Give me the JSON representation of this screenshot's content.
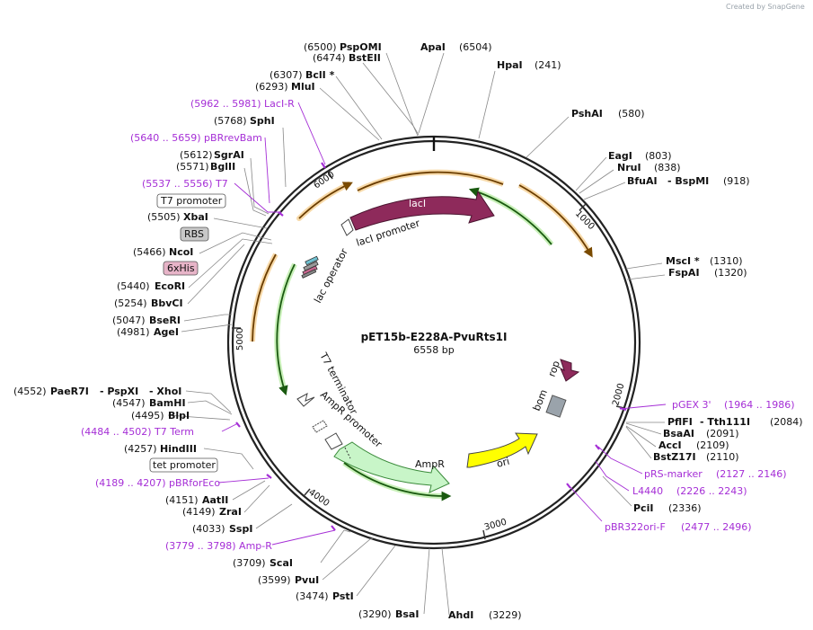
{
  "credit": "Created by SnapGene",
  "map": {
    "name": "pET15b-E228A-PvuRts1I",
    "size": "6558 bp"
  },
  "ticks": [
    "1000",
    "2000",
    "3000",
    "4000",
    "5000",
    "6000"
  ],
  "enzymes": {
    "pspomi": {
      "pos": "(6500)",
      "name": "PspOMI"
    },
    "bsteii": {
      "pos": "(6474)",
      "name": "BstEII"
    },
    "bcli": {
      "pos": "(6307)",
      "name": "BclI *"
    },
    "mlui": {
      "pos": "(6293)",
      "name": "MluI"
    },
    "sphi": {
      "pos": "(5768)",
      "name": "SphI"
    },
    "sgrai": {
      "pos": "(5612)",
      "name": "SgrAI"
    },
    "bglii": {
      "pos": "(5571)",
      "name": "BglII"
    },
    "xbai": {
      "pos": "(5505)",
      "name": "XbaI"
    },
    "ncoi": {
      "pos": "(5466)",
      "name": "NcoI"
    },
    "ecori": {
      "pos": "(5440)",
      "name": "EcoRI"
    },
    "bbvci": {
      "pos": "(5254)",
      "name": "BbvCI"
    },
    "bseri": {
      "pos": "(5047)",
      "name": "BseRI"
    },
    "agei": {
      "pos": "(4981)",
      "name": "AgeI"
    },
    "paer7i": {
      "pos": "(4552)",
      "name": "PaeR7I",
      "extra1": "- PspXI",
      "extra2": "- XhoI"
    },
    "bamhi": {
      "pos": "(4547)",
      "name": "BamHI"
    },
    "blpi": {
      "pos": "(4495)",
      "name": "BlpI"
    },
    "hindiii": {
      "pos": "(4257)",
      "name": "HindIII"
    },
    "aatii": {
      "pos": "(4151)",
      "name": "AatII"
    },
    "zrai": {
      "pos": "(4149)",
      "name": "ZraI"
    },
    "sspi": {
      "pos": "(4033)",
      "name": "SspI"
    },
    "scai": {
      "pos": "(3709)",
      "name": "ScaI"
    },
    "pvui": {
      "pos": "(3599)",
      "name": "PvuI"
    },
    "psti": {
      "pos": "(3474)",
      "name": "PstI"
    },
    "bsai": {
      "pos": "(3290)",
      "name": "BsaI"
    },
    "ahdi": {
      "pos": "(3229)",
      "name": "AhdI"
    },
    "apai": {
      "pos": "(6504)",
      "name": "ApaI"
    },
    "hpai": {
      "pos": "(241)",
      "name": "HpaI"
    },
    "pshai": {
      "pos": "(580)",
      "name": "PshAI"
    },
    "eagi": {
      "pos": "(803)",
      "name": "EagI"
    },
    "nrui": {
      "pos": "(838)",
      "name": "NruI"
    },
    "bfuai": {
      "pos": "(918)",
      "name": "BfuAI",
      "extra1": "- BspMI"
    },
    "msci": {
      "pos": "(1310)",
      "name": "MscI *"
    },
    "fspai": {
      "pos": "(1320)",
      "name": "FspAI"
    },
    "pflfi": {
      "pos": "(2084)",
      "name": "PflFI",
      "extra1": "- Tth111I"
    },
    "bsaai": {
      "pos": "(2091)",
      "name": "BsaAI"
    },
    "acci": {
      "pos": "(2109)",
      "name": "AccI"
    },
    "bstz17i": {
      "pos": "(2110)",
      "name": "BstZ17I"
    },
    "pcii": {
      "pos": "(2336)",
      "name": "PciI"
    }
  },
  "primers": {
    "lacir": "(5962 .. 5981)  LacI-R",
    "pbrrevbam": "(5640 .. 5659)  pBRrevBam",
    "t7": "(5537 .. 5556)  T7",
    "t7term": "(4484 .. 4502)  T7 Term",
    "pbrforeco": "(4189 .. 4207)  pBRforEco",
    "ampr": "(3779 .. 3798)  Amp-R",
    "pgex3": {
      "name": "pGEX 3'",
      "pos": "(1964 .. 1986)"
    },
    "prsmarker": {
      "name": "pRS-marker",
      "pos": "(2127 .. 2146)"
    },
    "l4440": {
      "name": "L4440",
      "pos": "(2226 .. 2243)"
    },
    "pbr322orif": {
      "name": "pBR322ori-F",
      "pos": "(2477 .. 2496)"
    }
  },
  "boxed": {
    "t7promoter": "T7 promoter",
    "rbs": "RBS",
    "his": "6xHis",
    "tetpromoter": "tet promoter"
  },
  "features": {
    "laci": "lacI",
    "lacipromoter": "lacI promoter",
    "lacoperator": "lac operator",
    "t7terminator": "T7 terminator",
    "amprpromoter": "AmpR promoter",
    "amprgene": "AmpR",
    "ori": "ori",
    "rop": "rop",
    "bom": "bom"
  },
  "colors": {
    "laci": "#8e2a5b",
    "rop": "#8e2a5b",
    "ori": "#ffff00",
    "ampr": "#c8f5c8",
    "bom": "#9aa3ab",
    "primer": "#a52ed6",
    "orange_arc": "#f0a030",
    "green_arc": "#33a02c",
    "rbs_box": "#c8c8c8",
    "his_box": "#e7b4c8"
  }
}
